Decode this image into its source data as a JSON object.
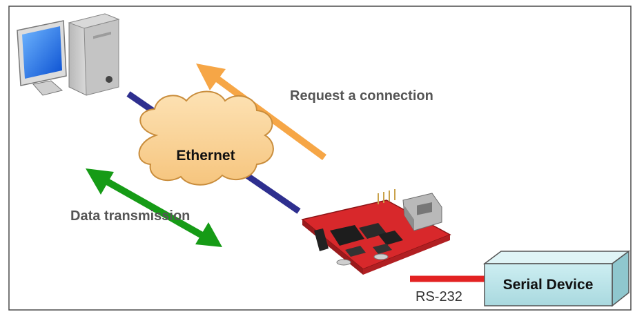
{
  "labels": {
    "request": "Request a connection",
    "ethernet": "Ethernet",
    "data_transmission": "Data transmission",
    "rs232": "RS-232",
    "serial_device": "Serial Device"
  },
  "colors": {
    "request_arrow": "#f6a646",
    "data_arrow": "#169b16",
    "ethernet_line": "#2e2f8f",
    "rs232_line": "#e32222",
    "cloud_fill": "#fbd59a",
    "board_red": "#d8282b",
    "serial_box": "#bfe5ea"
  }
}
